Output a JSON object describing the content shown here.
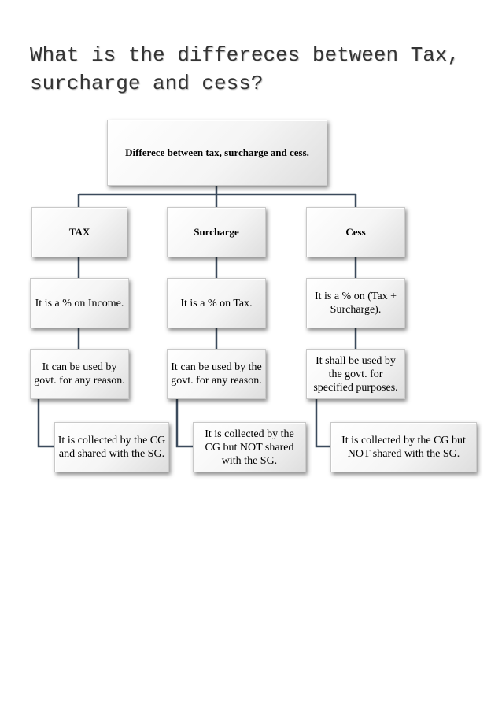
{
  "title": "What is the differeces between Tax, surcharge and cess?",
  "diagram": {
    "root": "Differece between tax, surcharge and cess.",
    "columns": [
      {
        "header": "TAX",
        "rate": "It is a % on Income.",
        "usage": "It can be used by govt. for any reason.",
        "collection": "It is collected by the CG and shared with the SG."
      },
      {
        "header": "Surcharge",
        "rate": "It is a % on Tax.",
        "usage": "It can be used by the govt. for any reason.",
        "collection": "It is collected by the CG but NOT shared with the SG."
      },
      {
        "header": "Cess",
        "rate": "It is a % on (Tax + Surcharge).",
        "usage": "It shall be used by the govt. for specified purposes.",
        "collection": "It is collected by the CG but NOT shared with the SG."
      }
    ],
    "connector_color": "#3b4a5c"
  }
}
